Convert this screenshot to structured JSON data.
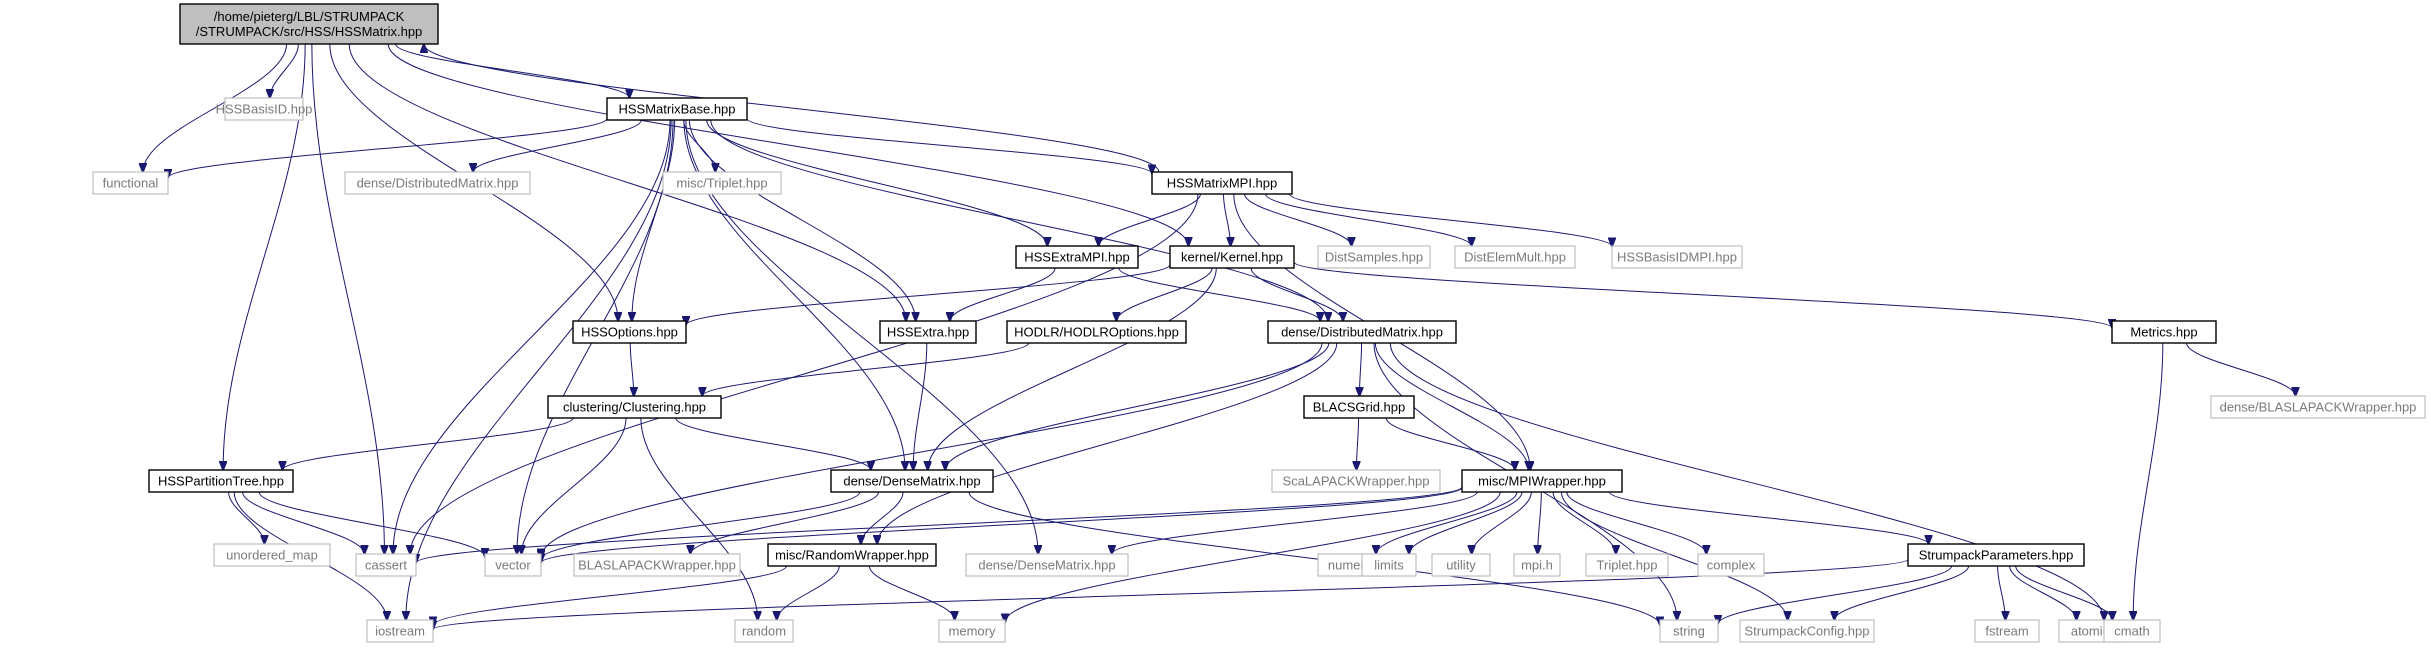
{
  "graph": {
    "title": "/home/pieterg/LBL/STRUMPACK/STRUMPACK/src/HSS/HSSMatrix.hpp",
    "nodes": [
      {
        "id": "root",
        "lines": [
          "/home/pieterg/LBL/STRUMPACK",
          "/STRUMPACK/src/HSS/HSSMatrix.hpp"
        ],
        "kind": "root"
      },
      {
        "id": "hssbasisid",
        "lines": [
          "HSSBasisID.hpp"
        ],
        "kind": "ext"
      },
      {
        "id": "functional",
        "lines": [
          "functional"
        ],
        "kind": "ext"
      },
      {
        "id": "hssmatrixbase",
        "lines": [
          "HSSMatrixBase.hpp"
        ],
        "kind": "file"
      },
      {
        "id": "distmat1",
        "lines": [
          "dense/DistributedMatrix.hpp"
        ],
        "kind": "ext"
      },
      {
        "id": "triplet1",
        "lines": [
          "misc/Triplet.hpp"
        ],
        "kind": "ext"
      },
      {
        "id": "hssmatrixmpi",
        "lines": [
          "HSSMatrixMPI.hpp"
        ],
        "kind": "file"
      },
      {
        "id": "hssextrampi",
        "lines": [
          "HSSExtraMPI.hpp"
        ],
        "kind": "file"
      },
      {
        "id": "kernel",
        "lines": [
          "kernel/Kernel.hpp"
        ],
        "kind": "file"
      },
      {
        "id": "distsamples",
        "lines": [
          "DistSamples.hpp"
        ],
        "kind": "ext"
      },
      {
        "id": "distelemmult",
        "lines": [
          "DistElemMult.hpp"
        ],
        "kind": "ext"
      },
      {
        "id": "hssbasisidmpi",
        "lines": [
          "HSSBasisIDMPI.hpp"
        ],
        "kind": "ext"
      },
      {
        "id": "hssoptions",
        "lines": [
          "HSSOptions.hpp"
        ],
        "kind": "file"
      },
      {
        "id": "hssextra",
        "lines": [
          "HSSExtra.hpp"
        ],
        "kind": "file"
      },
      {
        "id": "hodlroptions",
        "lines": [
          "HODLR/HODLROptions.hpp"
        ],
        "kind": "file"
      },
      {
        "id": "distmat2",
        "lines": [
          "dense/DistributedMatrix.hpp"
        ],
        "kind": "file"
      },
      {
        "id": "metrics",
        "lines": [
          "Metrics.hpp"
        ],
        "kind": "file"
      },
      {
        "id": "blaslapackw2",
        "lines": [
          "dense/BLASLAPACKWrapper.hpp"
        ],
        "kind": "ext"
      },
      {
        "id": "clustering",
        "lines": [
          "clustering/Clustering.hpp"
        ],
        "kind": "file"
      },
      {
        "id": "blacsgrid",
        "lines": [
          "BLACSGrid.hpp"
        ],
        "kind": "file"
      },
      {
        "id": "scalapackw",
        "lines": [
          "ScaLAPACKWrapper.hpp"
        ],
        "kind": "ext"
      },
      {
        "id": "hsspartitiontree",
        "lines": [
          "HSSPartitionTree.hpp"
        ],
        "kind": "file"
      },
      {
        "id": "densematrix",
        "lines": [
          "dense/DenseMatrix.hpp"
        ],
        "kind": "file"
      },
      {
        "id": "mpiwrapper",
        "lines": [
          "misc/MPIWrapper.hpp"
        ],
        "kind": "file"
      },
      {
        "id": "unordered_map",
        "lines": [
          "unordered_map"
        ],
        "kind": "ext"
      },
      {
        "id": "cassert",
        "lines": [
          "cassert"
        ],
        "kind": "ext"
      },
      {
        "id": "vector",
        "lines": [
          "vector"
        ],
        "kind": "ext"
      },
      {
        "id": "blaslapackw",
        "lines": [
          "BLASLAPACKWrapper.hpp"
        ],
        "kind": "ext"
      },
      {
        "id": "randomwrapper",
        "lines": [
          "misc/RandomWrapper.hpp"
        ],
        "kind": "file"
      },
      {
        "id": "densematrix2",
        "lines": [
          "dense/DenseMatrix.hpp"
        ],
        "kind": "ext"
      },
      {
        "id": "numeric",
        "lines": [
          "numeric"
        ],
        "kind": "ext"
      },
      {
        "id": "limits",
        "lines": [
          "limits"
        ],
        "kind": "ext"
      },
      {
        "id": "utility",
        "lines": [
          "utility"
        ],
        "kind": "ext"
      },
      {
        "id": "mpih",
        "lines": [
          "mpi.h"
        ],
        "kind": "ext"
      },
      {
        "id": "triplet2",
        "lines": [
          "Triplet.hpp"
        ],
        "kind": "ext"
      },
      {
        "id": "complex",
        "lines": [
          "complex"
        ],
        "kind": "ext"
      },
      {
        "id": "strumpackparams",
        "lines": [
          "StrumpackParameters.hpp"
        ],
        "kind": "file"
      },
      {
        "id": "iostream",
        "lines": [
          "iostream"
        ],
        "kind": "ext"
      },
      {
        "id": "random",
        "lines": [
          "random"
        ],
        "kind": "ext"
      },
      {
        "id": "memory",
        "lines": [
          "memory"
        ],
        "kind": "ext"
      },
      {
        "id": "string",
        "lines": [
          "string"
        ],
        "kind": "ext"
      },
      {
        "id": "strumpackconfig",
        "lines": [
          "StrumpackConfig.hpp"
        ],
        "kind": "ext"
      },
      {
        "id": "fstream",
        "lines": [
          "fstream"
        ],
        "kind": "ext"
      },
      {
        "id": "atomic",
        "lines": [
          "atomic"
        ],
        "kind": "ext"
      },
      {
        "id": "cmath",
        "lines": [
          "cmath"
        ],
        "kind": "ext"
      }
    ],
    "edges": [
      [
        "root",
        "hssbasisid"
      ],
      [
        "root",
        "functional"
      ],
      [
        "root",
        "hssmatrixbase"
      ],
      [
        "root",
        "hssoptions"
      ],
      [
        "root",
        "hssextra"
      ],
      [
        "root",
        "kernel"
      ],
      [
        "root",
        "hsspartitiontree"
      ],
      [
        "root",
        "cassert"
      ],
      [
        "hssmatrixbase",
        "functional"
      ],
      [
        "hssmatrixbase",
        "distmat1"
      ],
      [
        "hssmatrixbase",
        "triplet1"
      ],
      [
        "hssmatrixbase",
        "hssmatrixmpi"
      ],
      [
        "hssmatrixbase",
        "hssextrampi"
      ],
      [
        "hssmatrixbase",
        "hssoptions"
      ],
      [
        "hssmatrixbase",
        "hssextra"
      ],
      [
        "hssmatrixbase",
        "distmat2"
      ],
      [
        "hssmatrixbase",
        "densematrix"
      ],
      [
        "hssmatrixbase",
        "densematrix2"
      ],
      [
        "hssmatrixbase",
        "cassert"
      ],
      [
        "hssmatrixbase",
        "vector"
      ],
      [
        "hssmatrixbase",
        "iostream"
      ],
      [
        "hssmatrixmpi",
        "root"
      ],
      [
        "hssmatrixmpi",
        "hssextrampi"
      ],
      [
        "hssmatrixmpi",
        "kernel"
      ],
      [
        "hssmatrixmpi",
        "distsamples"
      ],
      [
        "hssmatrixmpi",
        "distelemmult"
      ],
      [
        "hssmatrixmpi",
        "hssbasisidmpi"
      ],
      [
        "hssmatrixmpi",
        "mpiwrapper"
      ],
      [
        "hssmatrixmpi",
        "cassert"
      ],
      [
        "hssextrampi",
        "hssextra"
      ],
      [
        "hssextrampi",
        "distmat2"
      ],
      [
        "kernel",
        "hssoptions"
      ],
      [
        "kernel",
        "hodlroptions"
      ],
      [
        "kernel",
        "distmat2"
      ],
      [
        "kernel",
        "metrics"
      ],
      [
        "kernel",
        "densematrix"
      ],
      [
        "hssoptions",
        "clustering"
      ],
      [
        "hssextra",
        "densematrix"
      ],
      [
        "hodlroptions",
        "clustering"
      ],
      [
        "distmat2",
        "densematrix"
      ],
      [
        "distmat2",
        "blacsgrid"
      ],
      [
        "distmat2",
        "mpiwrapper"
      ],
      [
        "distmat2",
        "randomwrapper"
      ],
      [
        "distmat2",
        "vector"
      ],
      [
        "distmat2",
        "string"
      ],
      [
        "distmat2",
        "cmath"
      ],
      [
        "metrics",
        "blaslapackw2"
      ],
      [
        "metrics",
        "cmath"
      ],
      [
        "clustering",
        "hsspartitiontree"
      ],
      [
        "clustering",
        "densematrix"
      ],
      [
        "clustering",
        "vector"
      ],
      [
        "clustering",
        "random"
      ],
      [
        "blacsgrid",
        "scalapackw"
      ],
      [
        "blacsgrid",
        "mpiwrapper"
      ],
      [
        "hsspartitiontree",
        "unordered_map"
      ],
      [
        "hsspartitiontree",
        "cassert"
      ],
      [
        "hsspartitiontree",
        "vector"
      ],
      [
        "hsspartitiontree",
        "iostream"
      ],
      [
        "densematrix",
        "vector"
      ],
      [
        "densematrix",
        "blaslapackw"
      ],
      [
        "densematrix",
        "randomwrapper"
      ],
      [
        "densematrix",
        "string"
      ],
      [
        "mpiwrapper",
        "cassert"
      ],
      [
        "mpiwrapper",
        "vector"
      ],
      [
        "mpiwrapper",
        "densematrix2"
      ],
      [
        "mpiwrapper",
        "numeric"
      ],
      [
        "mpiwrapper",
        "limits"
      ],
      [
        "mpiwrapper",
        "utility"
      ],
      [
        "mpiwrapper",
        "mpih"
      ],
      [
        "mpiwrapper",
        "triplet2"
      ],
      [
        "mpiwrapper",
        "complex"
      ],
      [
        "mpiwrapper",
        "strumpackparams"
      ],
      [
        "mpiwrapper",
        "memory"
      ],
      [
        "mpiwrapper",
        "strumpackconfig"
      ],
      [
        "randomwrapper",
        "iostream"
      ],
      [
        "randomwrapper",
        "random"
      ],
      [
        "randomwrapper",
        "memory"
      ],
      [
        "strumpackparams",
        "iostream"
      ],
      [
        "strumpackparams",
        "string"
      ],
      [
        "strumpackparams",
        "strumpackconfig"
      ],
      [
        "strumpackparams",
        "fstream"
      ],
      [
        "strumpackparams",
        "atomic"
      ],
      [
        "strumpackparams",
        "cmath"
      ]
    ]
  }
}
